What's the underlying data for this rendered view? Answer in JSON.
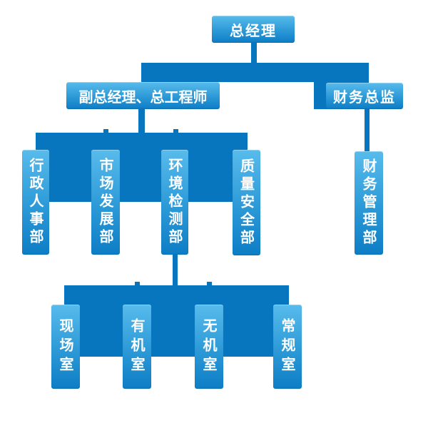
{
  "org": {
    "root": "总经理",
    "deputy": "副总经理、总工程师",
    "finance_director": "财务总监",
    "departments": [
      "行政人事部",
      "市场发展部",
      "环境检测部",
      "质量安全部"
    ],
    "finance_department": "财务管理部",
    "rooms": [
      "现场室",
      "有机室",
      "无机室",
      "常规室"
    ]
  },
  "colors": {
    "connector": "#0776be",
    "node_gradient_top": "#58bbec",
    "node_gradient_mid": "#2e9bd8",
    "node_gradient_bottom": "#0d7dc5",
    "text": "#ffffff",
    "background": "#ffffff"
  }
}
